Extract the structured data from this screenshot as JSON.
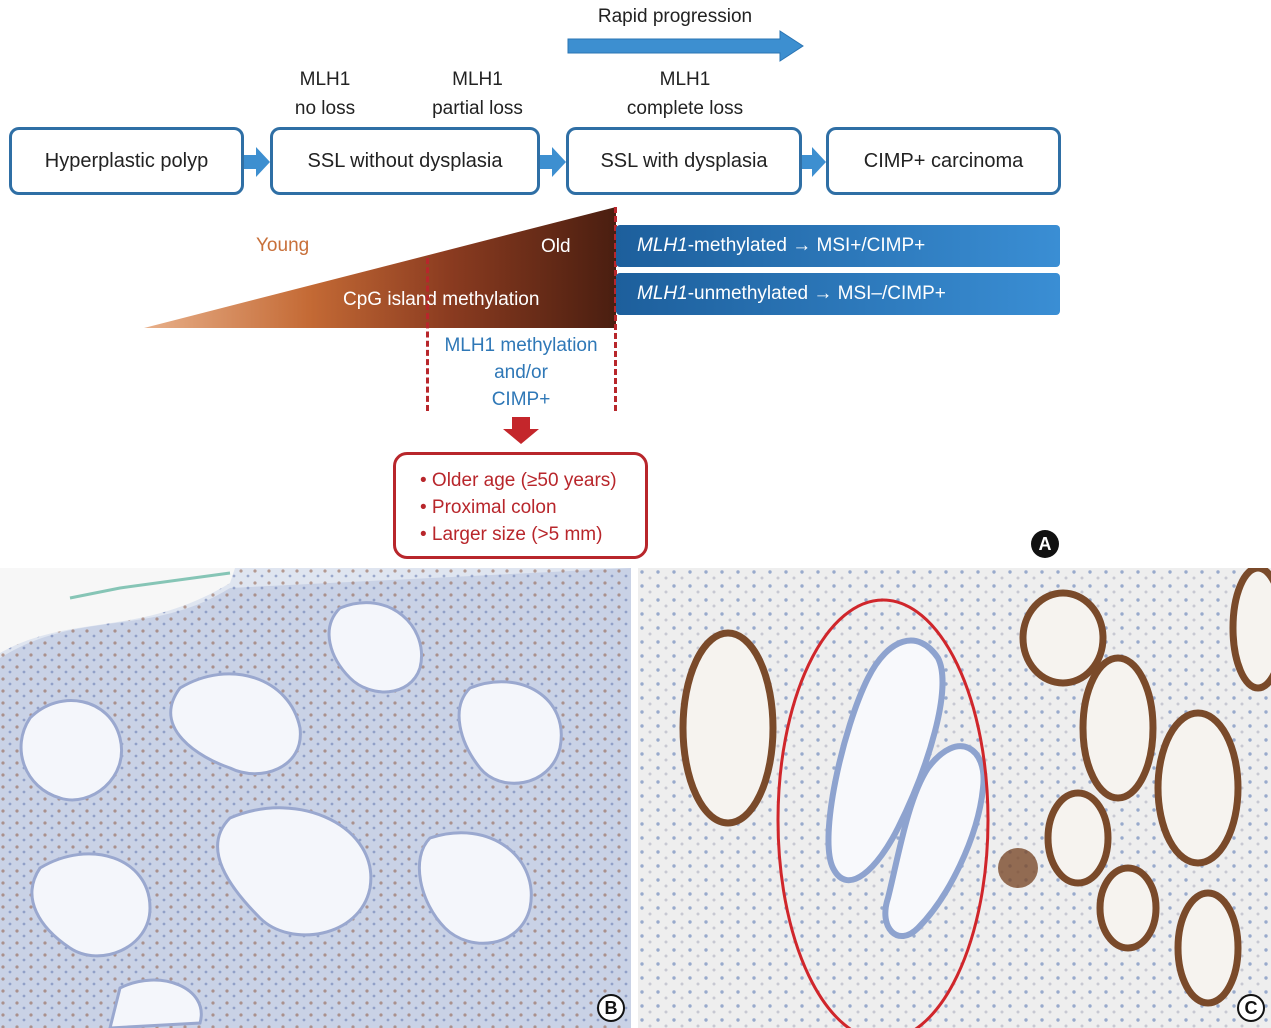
{
  "progression": {
    "label": "Rapid progression"
  },
  "mlh1_status": [
    {
      "line1": "MLH1",
      "line2": "no loss"
    },
    {
      "line1": "MLH1",
      "line2": "partial loss"
    },
    {
      "line1": "MLH1",
      "line2": "complete loss"
    }
  ],
  "stages": [
    "Hyperplastic polyp",
    "SSL without dysplasia",
    "SSL with dysplasia",
    "CIMP+ carcinoma"
  ],
  "gradient": {
    "young_label": "Young",
    "old_label": "Old",
    "methylation_label": "CpG island methylation"
  },
  "outcomes": [
    {
      "gene": "MLH1",
      "text": "-methylated → MSI+/CIMP+"
    },
    {
      "gene": "MLH1",
      "text": "-unmethylated → MSI–/CIMP+"
    }
  ],
  "mlh1_methylation": {
    "line1": "MLH1 methylation",
    "line2": "and/or",
    "line3": "CIMP+"
  },
  "risk_factors": [
    "• Older age (≥50 years)",
    "• Proximal colon",
    "• Larger size (>5 mm)"
  ],
  "panels": {
    "a": "A",
    "b": "B",
    "c": "C"
  },
  "colors": {
    "box_border": "#2f6fa5",
    "arrow_blue": "#3d8fd0",
    "red": "#b8262b",
    "young_text": "#c8703a",
    "methylation_blue": "#2f78b7"
  }
}
